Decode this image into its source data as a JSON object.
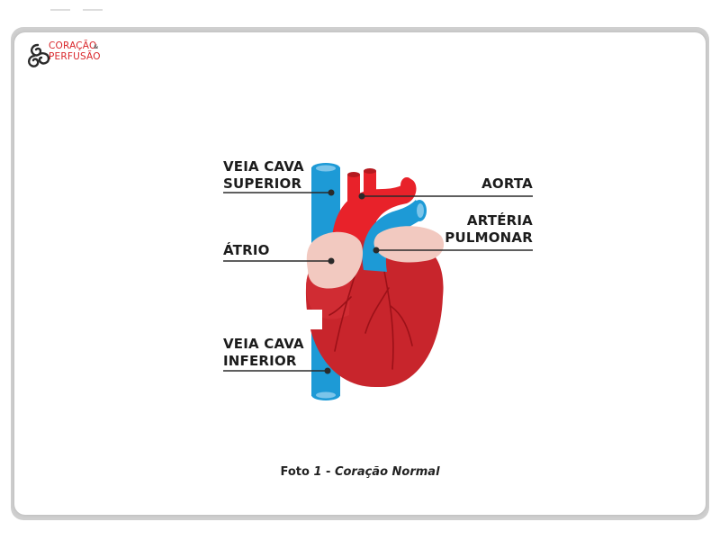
{
  "logo": {
    "line1": "CORAÇÃO",
    "ampersand": "&",
    "line2": "PERFUSÃO",
    "brand_color": "#d9262b"
  },
  "diagram": {
    "labels": {
      "veia_cava_superior": [
        "VEIA CAVA",
        "SUPERIOR"
      ],
      "aorta": "AORTA",
      "arteria_pulmonar": [
        "ARTÉRIA",
        "PULMONAR"
      ],
      "atrio": "ÁTRIO",
      "veia_cava_inferior": [
        "VEIA CAVA",
        "INFERIOR"
      ]
    },
    "colors": {
      "heart": "#c8252c",
      "aorta": "#e8222a",
      "vein": "#1d9ad6",
      "atrium": "#f2c9c0",
      "marker": "#2a2a2a"
    }
  },
  "caption": {
    "prefix": "Foto ",
    "number": "1",
    "separator": " - ",
    "title": "Coração Normal"
  }
}
